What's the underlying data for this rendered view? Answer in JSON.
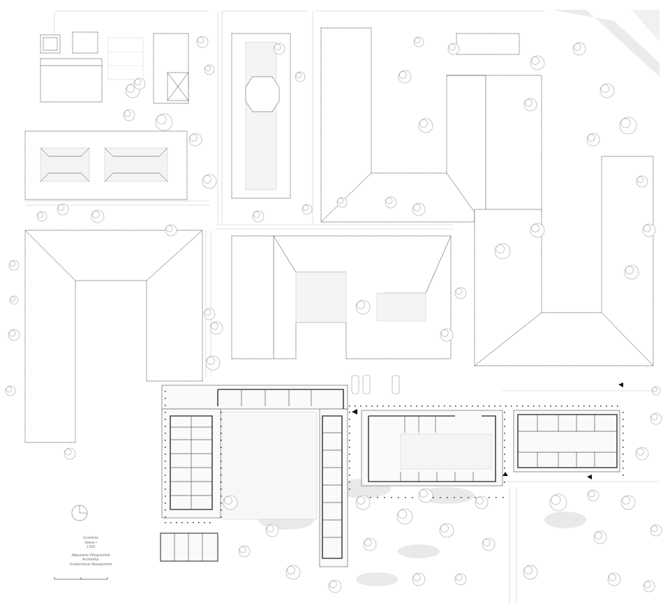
{
  "legend": {
    "line1": "Grundriss",
    "line2": "Ebene I",
    "line3": "1:200",
    "line4": "Allgemeine Pflegeeinheit",
    "line5": "Architektur",
    "line6": "Krankenhaus Management"
  },
  "icons": {
    "north_arrow": "north-arrow-icon",
    "scale_bar": "scale-bar-icon",
    "entrance_markers": "triangle-arrow-icon"
  },
  "colors": {
    "line": "#222222",
    "vegetation": "#b8b8b8",
    "shadow": "#e9e9e9",
    "background": "#ffffff"
  }
}
